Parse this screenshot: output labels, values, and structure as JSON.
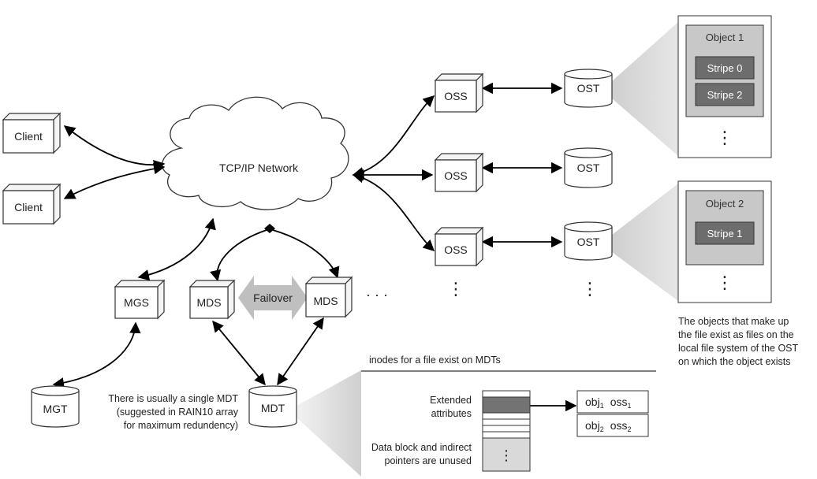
{
  "network": {
    "label": "TCP/IP Network"
  },
  "clients": [
    "Client",
    "Client"
  ],
  "mgs": "MGS",
  "mgt": "MGT",
  "mds_left": "MDS",
  "mds_right": "MDS",
  "failover": "Failover",
  "mdt": "MDT",
  "oss": [
    "OSS",
    "OSS",
    "OSS"
  ],
  "ost": [
    "OST",
    "OST",
    "OST"
  ],
  "object1": {
    "title": "Object 1",
    "stripes": [
      "Stripe 0",
      "Stripe 2"
    ]
  },
  "object2": {
    "title": "Object 2",
    "stripes": [
      "Stripe 1"
    ]
  },
  "notes": {
    "mdt_lines": [
      "There is usually a single MDT",
      "(suggested in RAIN10 array",
      "for maximum redundency)"
    ],
    "ost_lines": [
      "The objects that make up",
      "the file exist as files on the",
      "local file system of the OST",
      "on which the object exists"
    ],
    "inodes": "inodes for a file exist on MDTs",
    "extended_lines": [
      "Extended",
      "attributes"
    ],
    "datablock_lines": [
      "Data block and indirect",
      "pointers are unused"
    ]
  },
  "ext_table": {
    "rows": [
      {
        "obj": "obj",
        "obj_sub": "1",
        "oss": "oss",
        "oss_sub": "1"
      },
      {
        "obj": "obj",
        "obj_sub": "2",
        "oss": "oss",
        "oss_sub": "2"
      }
    ]
  },
  "ellipsis": "⋮",
  "hdots": "· · ·",
  "colors": {
    "stripe_fill": "#6d6d6d",
    "object_fill": "#c8c8c8",
    "callout_fill": "#d6d6d6",
    "failover_fill": "#bfbfbf",
    "inode_highlight": "#737373",
    "inode_data": "#d9d9d9"
  }
}
